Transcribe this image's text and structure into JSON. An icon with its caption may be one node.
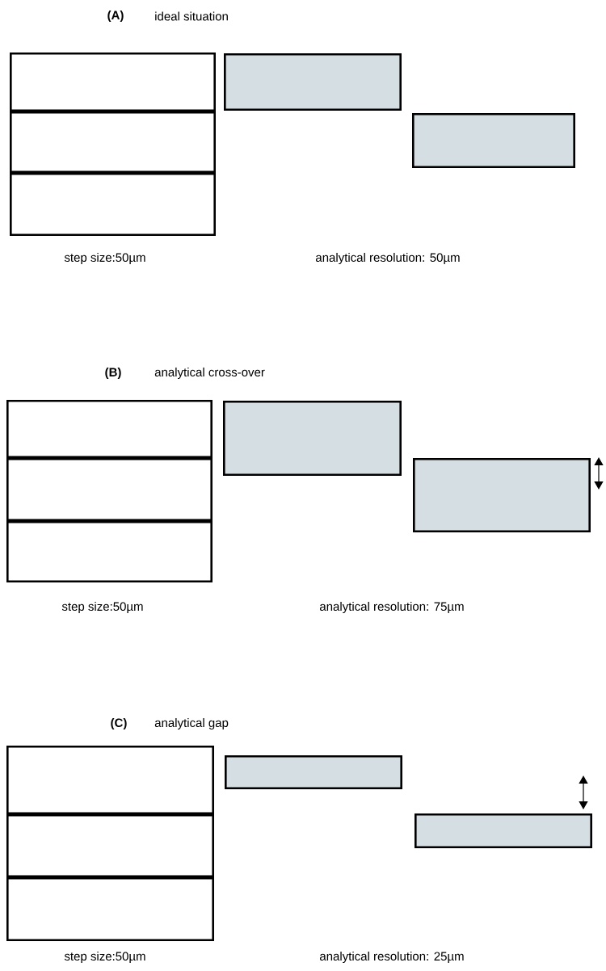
{
  "diagram": {
    "nodes": [
      {
        "text": [],
        "shape": "box"
      },
      {
        "text": [],
        "shape": "box"
      },
      {
        "text": [],
        "shape": "box"
      },
      {
        "text": [],
        "shape": "box"
      },
      {
        "text": [],
        "shape": "box"
      },
      {
        "text": [],
        "shape": "box"
      },
      {
        "text": [],
        "shape": "box"
      },
      {
        "text": [],
        "shape": "box"
      },
      {
        "text": [],
        "shape": "box"
      },
      {
        "text": [],
        "shape": "box"
      },
      {
        "text": [],
        "shape": "box"
      },
      {
        "text": [],
        "shape": "box"
      },
      {
        "text": [],
        "shape": "box"
      },
      {
        "text": [],
        "shape": "box"
      },
      {
        "text": [],
        "shape": "box"
      }
    ],
    "edges": [],
    "labels": [
      "(A)",
      "ideal situation",
      "step size:50µm",
      "analytical resolution: 50µm",
      "(B)",
      "analytical cross-over",
      "step size:50µm",
      "analytical resolution: 75µm",
      "(C)",
      "analytical  gap",
      "step size:50µm",
      "analytical resolution: 25µm"
    ]
  }
}
